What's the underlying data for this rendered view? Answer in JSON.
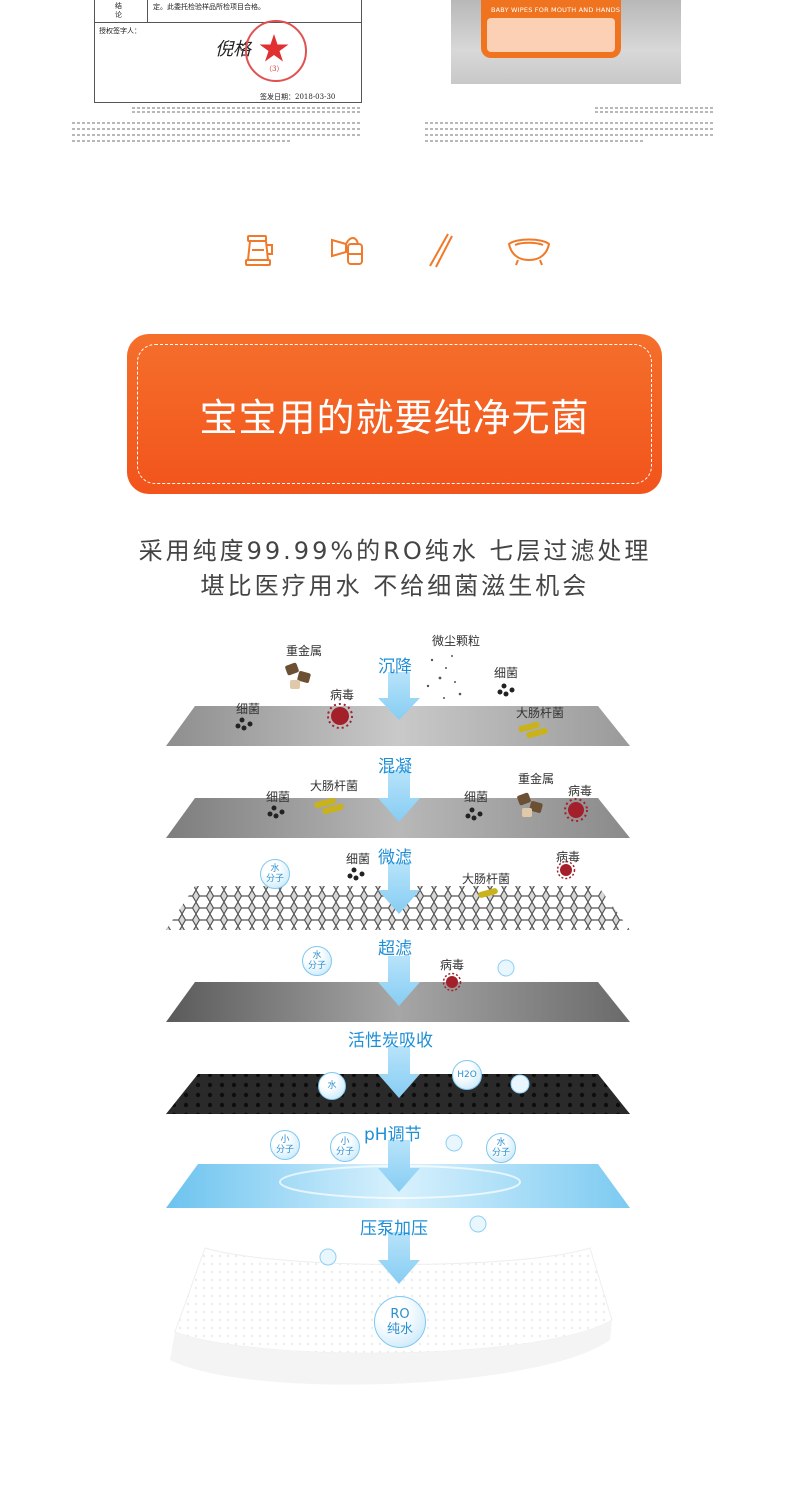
{
  "report_left": {
    "conclusion_label": "结\n论",
    "conclusion_text": "定。此委托检验样品所检项目合格。",
    "signatory_label": "授权签字人：",
    "signature_text": "倪格",
    "stamp_number": "（3）",
    "sign_date": "签发日期：2018-03-30"
  },
  "report_right": {
    "package_text": "BABY WIPES FOR MOUTH AND HANDS"
  },
  "icons": [
    "bottle-warmer-icon",
    "breast-pump-icon",
    "chopsticks-icon",
    "baby-bathtub-icon"
  ],
  "banner": {
    "title": "宝宝用的就要纯净无菌"
  },
  "intro": {
    "line1": "采用纯度99.99%的RO纯水 七层过滤处理",
    "line2": "堪比医疗用水 不给细菌滋生机会"
  },
  "layers": {
    "l1": {
      "label": "沉降",
      "tags": [
        "重金属",
        "微尘颗粒",
        "病毒",
        "细菌",
        "细菌",
        "大肠杆菌"
      ]
    },
    "l2": {
      "label": "混凝",
      "tags": [
        "大肠杆菌",
        "细菌",
        "细菌",
        "重金属",
        "病毒"
      ]
    },
    "l3": {
      "label": "微滤",
      "tags": [
        "细菌",
        "病毒",
        "大肠杆菌"
      ],
      "bubble": "水\n分子"
    },
    "l4": {
      "label": "超滤",
      "tags": [
        "病毒"
      ],
      "bubble": "水\n分子"
    },
    "l5": {
      "label": "活性炭吸收",
      "bubble_a": "水",
      "bubble_b": "H2O"
    },
    "l6": {
      "label": "pH调节",
      "bubbles": [
        "小\n分子",
        "小\n分子",
        "水\n分子"
      ]
    },
    "l7": {
      "label": "压泵加压"
    },
    "final": {
      "bubble": "RO\n纯水"
    }
  },
  "colors": {
    "orange": "#f2611f",
    "blue_label": "#1e8fd6",
    "arrow": "#9fd6f5"
  }
}
